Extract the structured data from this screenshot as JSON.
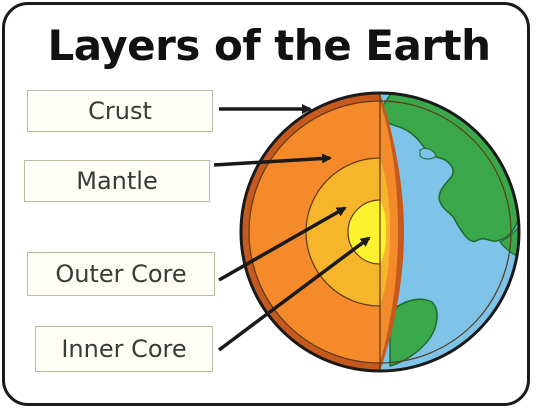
{
  "title": "Layers of the Earth",
  "labels": {
    "crust": "Crust",
    "mantle": "Mantle",
    "outer_core": "Outer Core",
    "inner_core": "Inner Core"
  },
  "colors": {
    "crust": "#c65a1e",
    "mantle": "#f58a2a",
    "outer_core": "#f7b52c",
    "inner_core": "#fdf22f",
    "ocean": "#7ec3e8",
    "land": "#3aa84a",
    "outline": "#1a1a1a"
  }
}
